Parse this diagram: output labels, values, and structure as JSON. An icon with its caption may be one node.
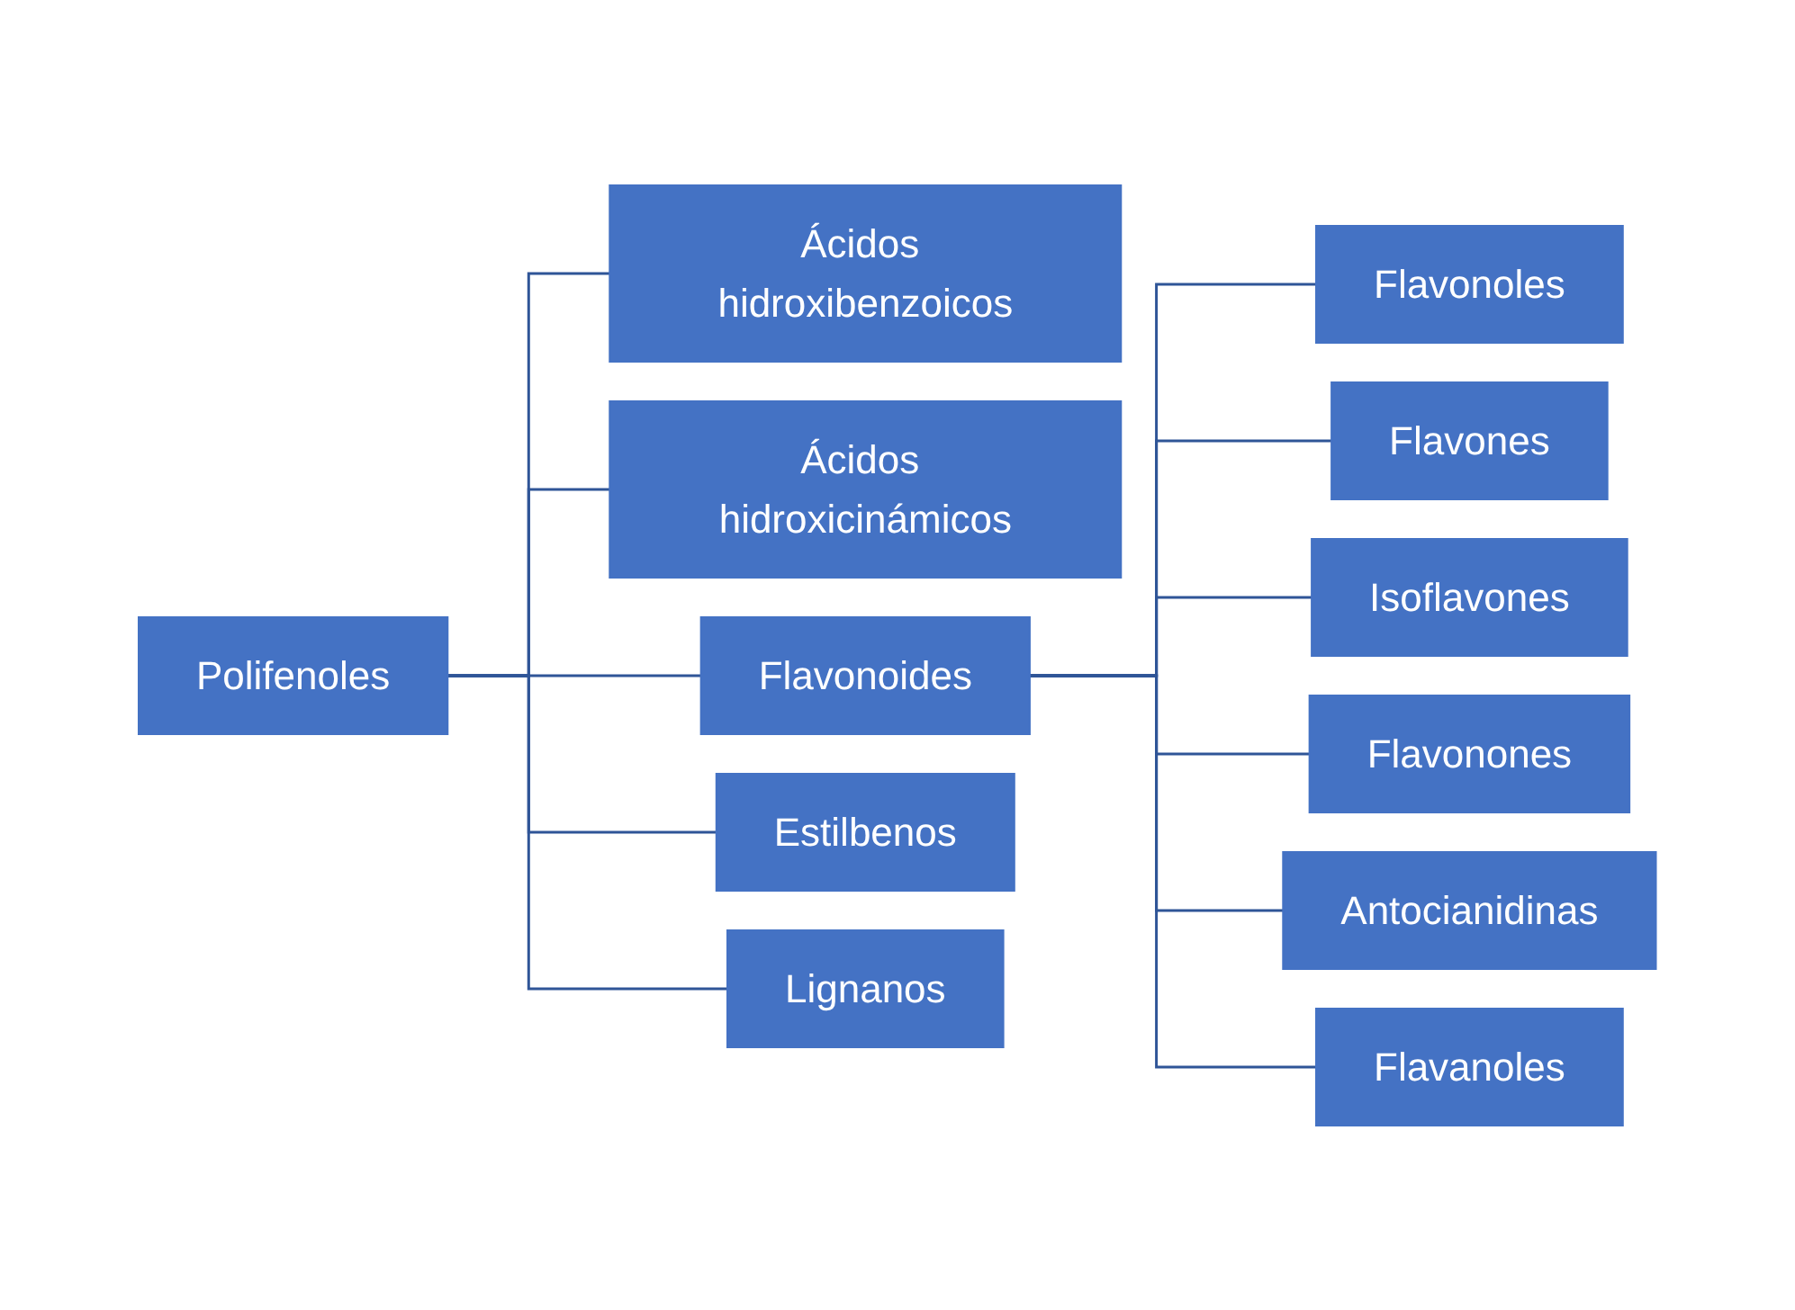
{
  "diagram": {
    "nodes": [
      {
        "text": [
          "Polifenoles"
        ]
      },
      {
        "text": [
          "Ácidos hidroxibenzoicos"
        ]
      },
      {
        "text": [
          "Ácidos hidroxicinámicos"
        ]
      },
      {
        "text": [
          "Flavonoides"
        ]
      },
      {
        "text": [
          "Estilbenos"
        ]
      },
      {
        "text": [
          "Lignanos"
        ]
      },
      {
        "text": [
          "Flavonoles"
        ]
      },
      {
        "text": [
          "Flavones"
        ]
      },
      {
        "text": [
          "Isoflavones"
        ]
      },
      {
        "text": [
          "Flavonones"
        ]
      },
      {
        "text": [
          "Antocianidinas"
        ]
      },
      {
        "text": [
          "Flavanoles"
        ]
      }
    ],
    "edges": [
      {
        "from": 0,
        "to": 1,
        "arrow": "none"
      },
      {
        "from": 0,
        "to": 2,
        "arrow": "none"
      },
      {
        "from": 0,
        "to": 3,
        "arrow": "none"
      },
      {
        "from": 0,
        "to": 4,
        "arrow": "none"
      },
      {
        "from": 0,
        "to": 5,
        "arrow": "none"
      },
      {
        "from": 3,
        "to": 6,
        "arrow": "none"
      },
      {
        "from": 3,
        "to": 7,
        "arrow": "none"
      },
      {
        "from": 3,
        "to": 8,
        "arrow": "none"
      },
      {
        "from": 3,
        "to": 9,
        "arrow": "none"
      },
      {
        "from": 3,
        "to": 10,
        "arrow": "none"
      },
      {
        "from": 3,
        "to": 11,
        "arrow": "none"
      }
    ]
  }
}
